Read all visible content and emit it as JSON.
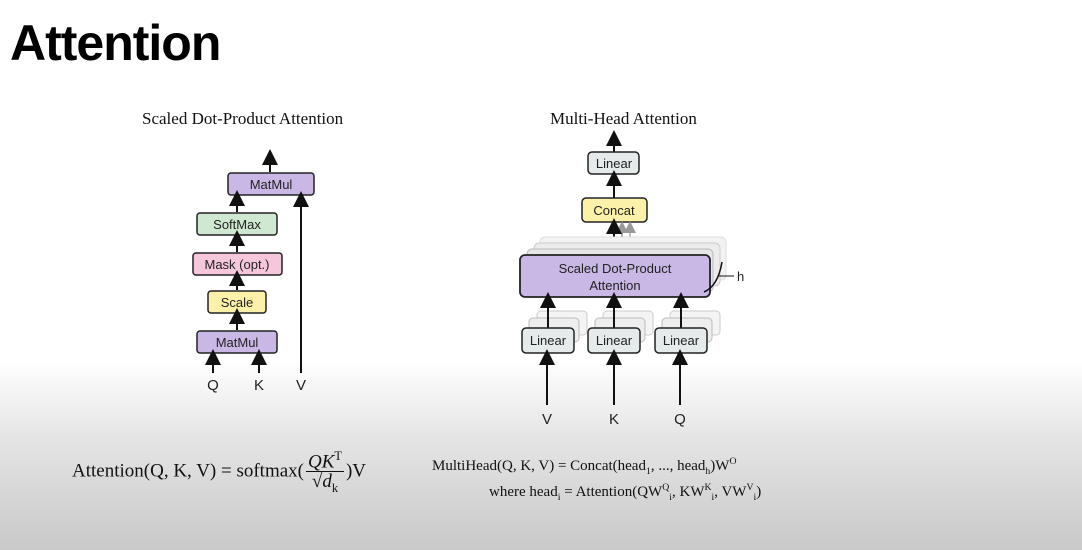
{
  "slide": {
    "title": "Attention"
  },
  "scaled_dot_product": {
    "title": "Scaled Dot-Product Attention",
    "boxes": {
      "matmul_top": "MatMul",
      "softmax": "SoftMax",
      "mask": "Mask (opt.)",
      "scale": "Scale",
      "matmul_bottom": "MatMul"
    },
    "inputs": {
      "q": "Q",
      "k": "K",
      "v": "V"
    },
    "colors": {
      "matmul": "#c9b8e6",
      "softmax": "#cfe8d2",
      "mask": "#f5c6dc",
      "scale": "#fbf1a9"
    }
  },
  "multi_head": {
    "title": "Multi-Head Attention",
    "boxes": {
      "linear_top": "Linear",
      "concat": "Concat",
      "attention_line1": "Scaled Dot-Product",
      "attention_line2": "Attention",
      "linear_v": "Linear",
      "linear_k": "Linear",
      "linear_q": "Linear"
    },
    "heads_label": "h",
    "inputs": {
      "v": "V",
      "k": "K",
      "q": "Q"
    },
    "colors": {
      "linear": "#e4ebea",
      "concat": "#fbf1a9",
      "attention": "#c9b8e6"
    }
  },
  "formulas": {
    "attention": {
      "lhs": "Attention(Q, K, V) = softmax(",
      "numerator": "QK",
      "numerator_sup": "T",
      "denominator": "√d",
      "denominator_sub": "k",
      "rhs": ")V"
    },
    "multihead_line1": {
      "text": "MultiHead(Q, K, V) = Concat(head",
      "sub1": "1",
      "mid": ", ..., head",
      "sub2": "h",
      "end": ")W",
      "sup": "O"
    },
    "multihead_line2": {
      "text": "where head",
      "sub_i": "i",
      "eq": " = Attention(QW",
      "q_sup": "Q",
      "q_sub": "i",
      "k_mid": ", KW",
      "k_sup": "K",
      "k_sub": "i",
      "v_mid": ", VW",
      "v_sup": "V",
      "v_sub": "i",
      "end": ")"
    }
  }
}
